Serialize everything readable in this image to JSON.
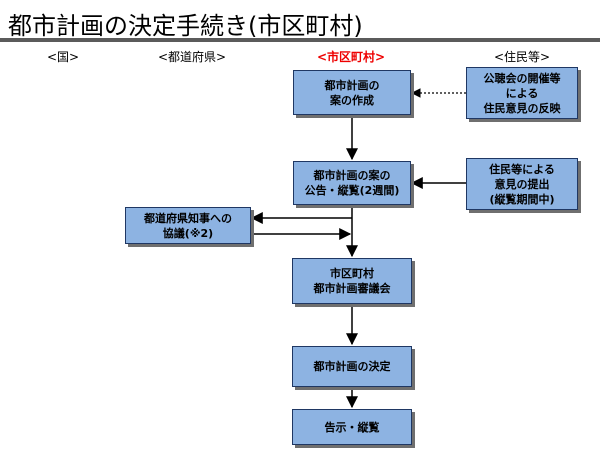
{
  "title": "都市計画の決定手続き(市区町村)",
  "columns": {
    "national": "<国>",
    "prefecture": "<都道府県>",
    "municipality": "<市区町村>",
    "residents": "<住民等>"
  },
  "boxes": {
    "plan_draft": "都市計画の\n案の作成",
    "public_meeting": "公聴会の開催等\nによる\n住民意見の反映",
    "public_notice": "都市計画の案の\n公告・縦覧(2週間)",
    "resident_opinion": "住民等による\n意見の提出\n(縦覧期間中)",
    "pref_consultation": "都道府県知事への\n協議(※2)",
    "council": "市区町村\n都市計画審議会",
    "decision": "都市計画の決定",
    "announcement": "告示・縦覧"
  },
  "colors": {
    "box_fill": "#8db3e2",
    "box_border": "#1f3763",
    "accent": "#ee0000",
    "title_rule": "#5b5b5b"
  }
}
